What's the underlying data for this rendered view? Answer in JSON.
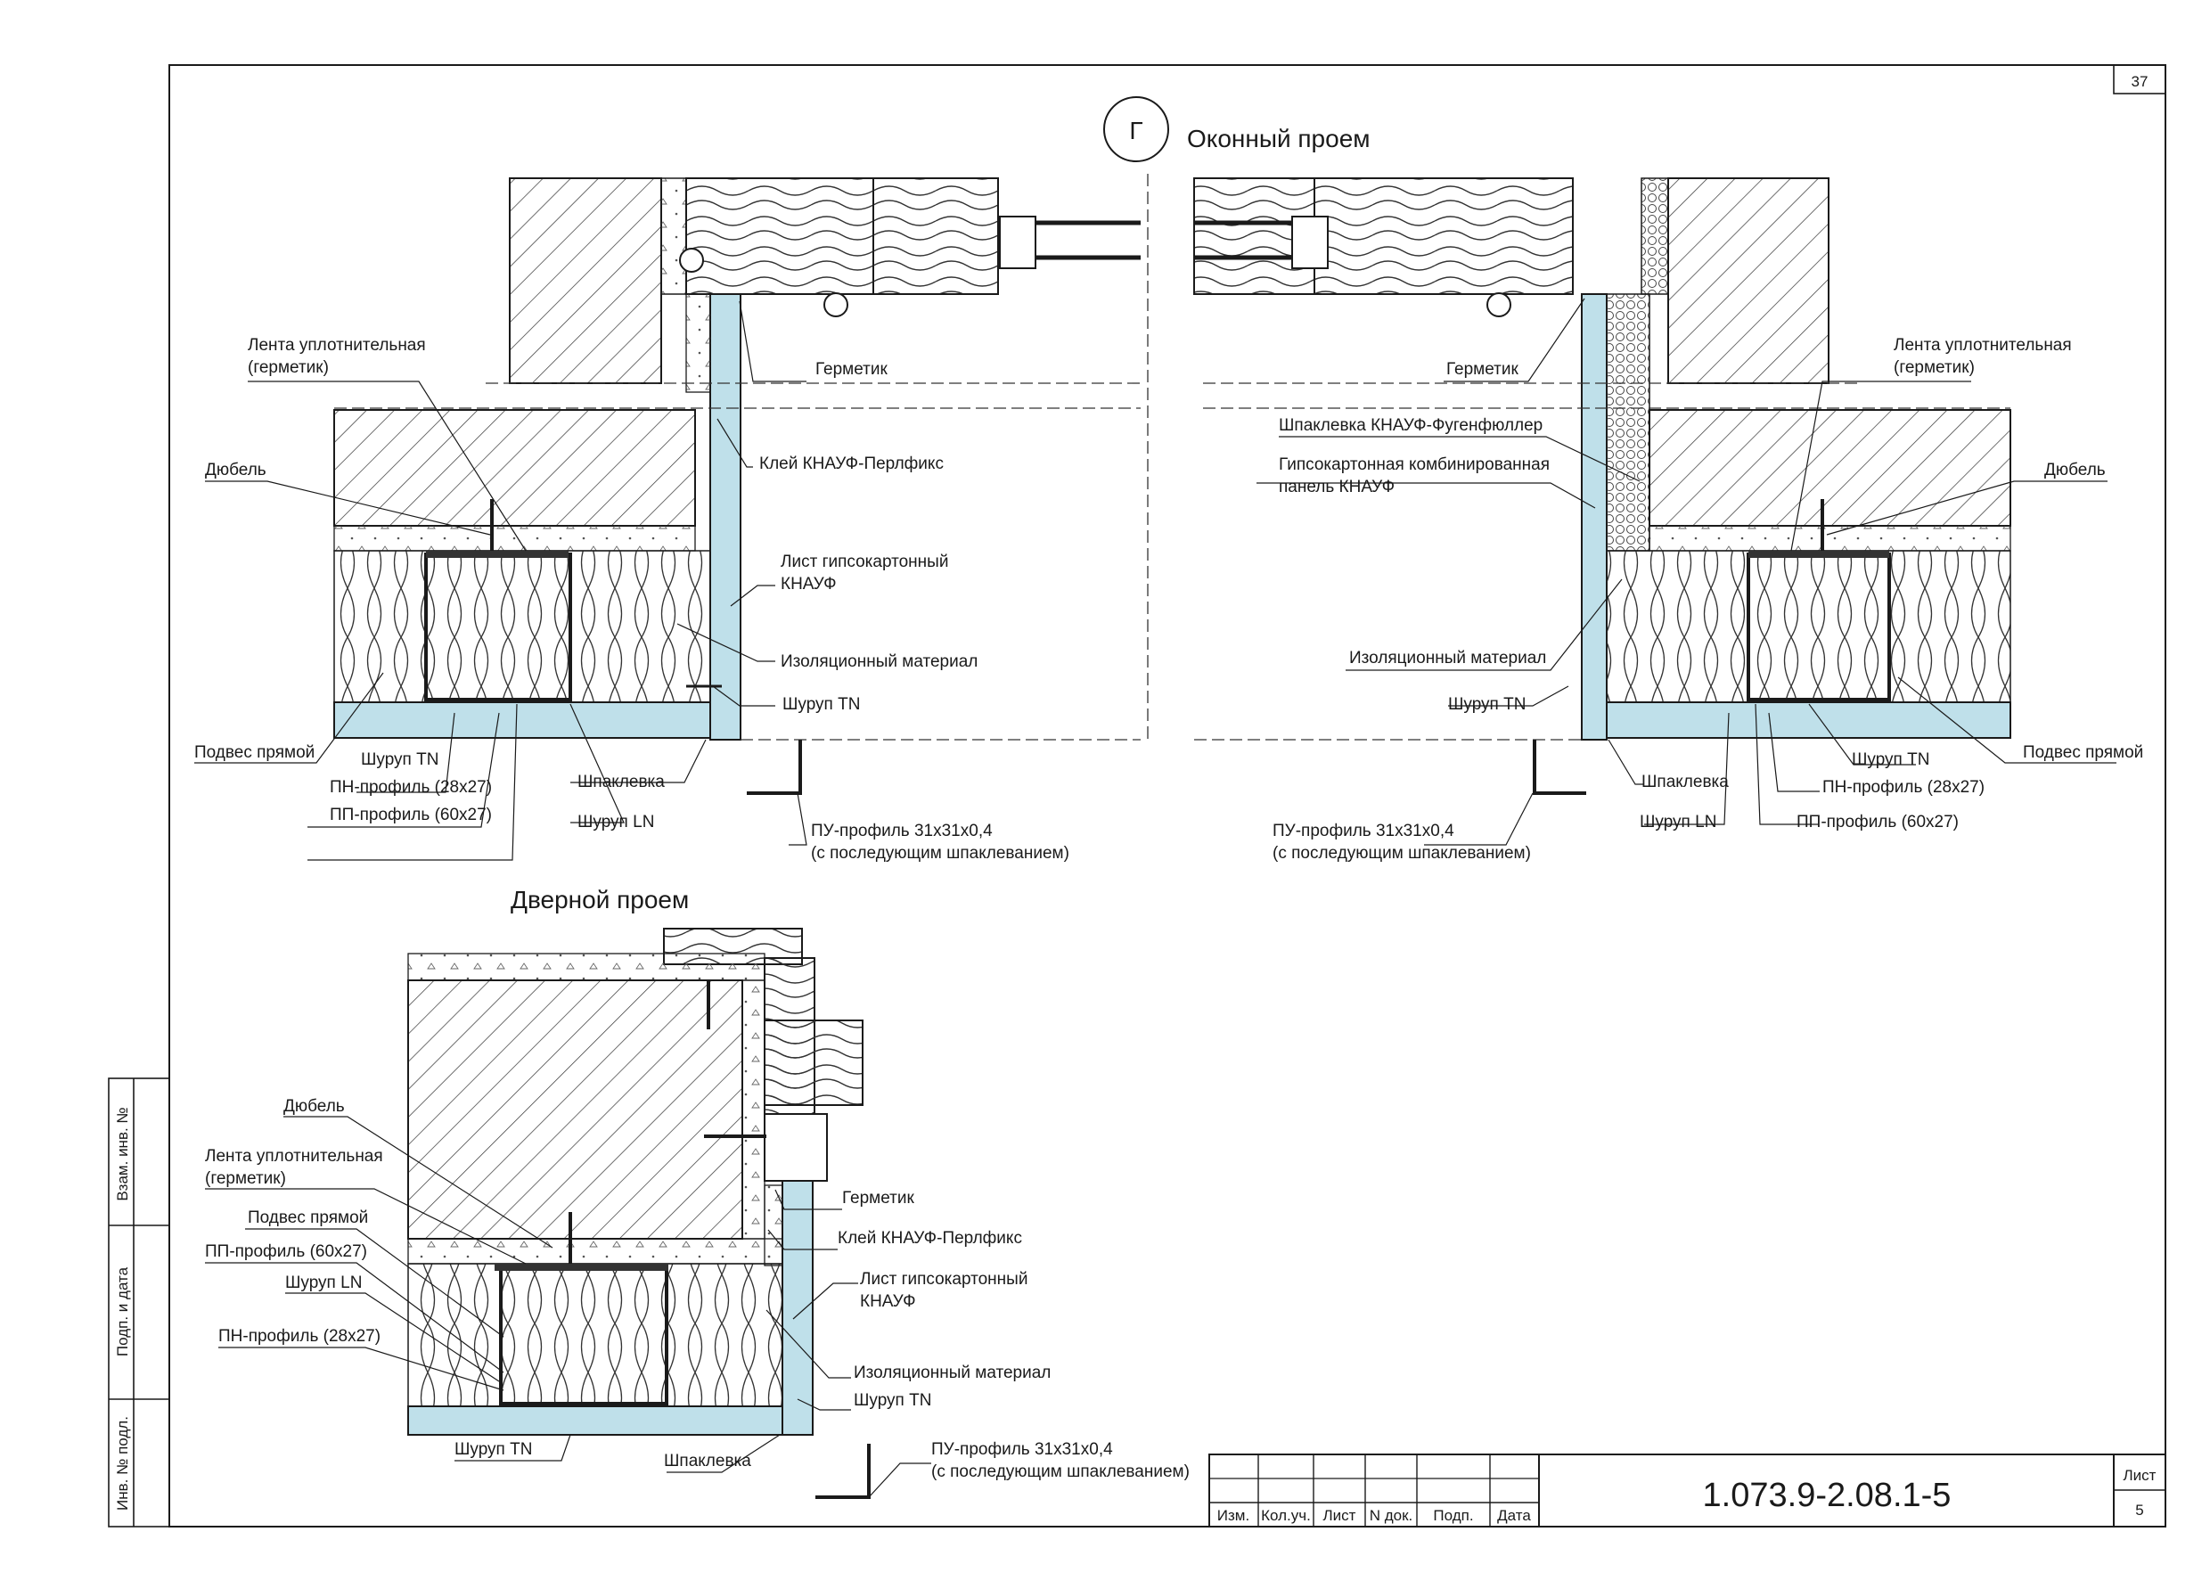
{
  "sheet": {
    "page_number": "37",
    "drawing_code": "1.073.9-2.08.1-5",
    "sheet_label": "Лист",
    "sheet_number": "5"
  },
  "title_block": {
    "columns": [
      "Изм.",
      "Кол.уч.",
      "Лист",
      "N док.",
      "Подп.",
      "Дата"
    ]
  },
  "side_stamp": {
    "field1": "Взам. инв. №",
    "field2": "Подп. и дата",
    "field3": "Инв. № подл."
  },
  "window_section": {
    "marker": "Г",
    "title": "Оконный проем",
    "left_labels": {
      "tape_line1": "Лента уплотнительная",
      "tape_line2": "(герметик)",
      "dowel": "Дюбель",
      "sealant": "Герметик",
      "glue": "Клей КНАУФ-Перлфикс",
      "sheet_line1": "Лист гипсокартонный",
      "sheet_line2": "КНАУФ",
      "insulation": "Изоляционный материал",
      "screw_tn_right": "Шуруп TN",
      "hanger": "Подвес прямой",
      "screw_tn": "Шуруп TN",
      "pn_profile": "ПН-профиль (28х27)",
      "pp_profile": "ПП-профиль (60х27)",
      "putty": "Шпаклевка",
      "screw_ln": "Шуруп LN",
      "pu_line1": "ПУ-профиль 31х31х0,4",
      "pu_line2": "(с последующим шпаклеванием)"
    },
    "right_labels": {
      "sealant": "Герметик",
      "tape_line1": "Лента уплотнительная",
      "tape_line2": "(герметик)",
      "filler": "Шпаклевка КНАУФ-Фугенфюллер",
      "panel_line1": "Гипсокартонная комбинированная",
      "panel_line2": "панель КНАУФ",
      "dowel": "Дюбель",
      "insulation": "Изоляционный материал",
      "screw_tn_left": "Шуруп TN",
      "hanger": "Подвес прямой",
      "screw_tn": "Шуруп TN",
      "putty": "Шпаклевка",
      "pn_profile": "ПН-профиль (28х27)",
      "screw_ln": "Шуруп LN",
      "pp_profile": "ПП-профиль (60х27)",
      "pu_line1": "ПУ-профиль 31х31х0,4",
      "pu_line2": "(с последующим шпаклеванием)"
    }
  },
  "door_section": {
    "title": "Дверной проем",
    "labels": {
      "dowel": "Дюбель",
      "tape_line1": "Лента уплотнительная",
      "tape_line2": "(герметик)",
      "hanger": "Подвес прямой",
      "pp_profile": "ПП-профиль (60х27)",
      "screw_ln": "Шуруп LN",
      "pn_profile": "ПН-профиль (28х27)",
      "sealant": "Герметик",
      "glue": "Клей КНАУФ-Перлфикс",
      "sheet_line1": "Лист гипсокартонный",
      "sheet_line2": "КНАУФ",
      "insulation": "Изоляционный материал",
      "screw_tn_right": "Шуруп TN",
      "screw_tn": "Шуруп TN",
      "putty": "Шпаклевка",
      "pu_line1": "ПУ-профиль 31х31х0,4",
      "pu_line2": "(с последующим шпаклеванием)"
    }
  },
  "colors": {
    "gypsum": "#bfe0ea",
    "line": "#1a1a1a",
    "paper": "#ffffff"
  }
}
